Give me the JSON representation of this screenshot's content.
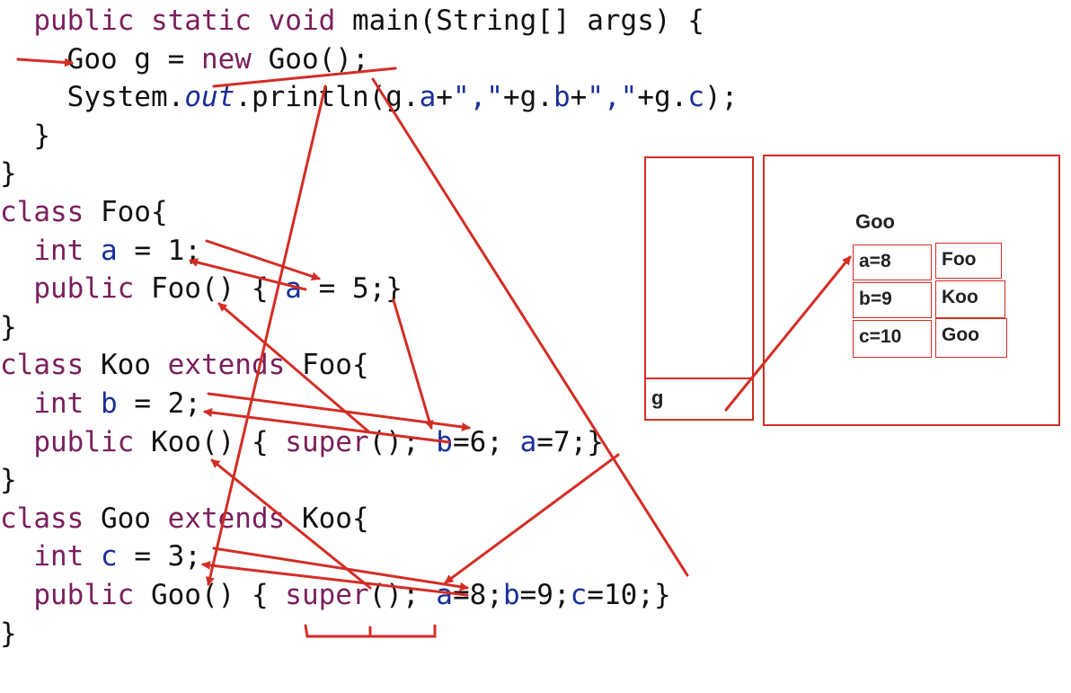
{
  "code": {
    "lines": [
      {
        "indent": "  ",
        "tokens": [
          {
            "t": "public static void ",
            "c": "kw"
          },
          {
            "t": "main(String[] args) {",
            "c": "pl"
          }
        ]
      },
      {
        "indent": "    ",
        "tokens": [
          {
            "t": "Goo g = ",
            "c": "pl"
          },
          {
            "t": "new ",
            "c": "kw"
          },
          {
            "t": "Goo();",
            "c": "pl"
          }
        ]
      },
      {
        "indent": "    ",
        "tokens": [
          {
            "t": "System.",
            "c": "pl"
          },
          {
            "t": "out",
            "c": "it"
          },
          {
            "t": ".println(g.",
            "c": "pl"
          },
          {
            "t": "a",
            "c": "fld"
          },
          {
            "t": "+",
            "c": "pl"
          },
          {
            "t": "\",\"",
            "c": "str"
          },
          {
            "t": "+g.",
            "c": "pl"
          },
          {
            "t": "b",
            "c": "fld"
          },
          {
            "t": "+",
            "c": "pl"
          },
          {
            "t": "\",\"",
            "c": "str"
          },
          {
            "t": "+g.",
            "c": "pl"
          },
          {
            "t": "c",
            "c": "fld"
          },
          {
            "t": ");",
            "c": "pl"
          }
        ]
      },
      {
        "indent": "  ",
        "tokens": [
          {
            "t": "}",
            "c": "pl"
          }
        ]
      },
      {
        "indent": "",
        "tokens": [
          {
            "t": "}",
            "c": "pl"
          }
        ]
      },
      {
        "indent": "",
        "tokens": [
          {
            "t": "class ",
            "c": "kw"
          },
          {
            "t": "Foo{",
            "c": "pl"
          }
        ]
      },
      {
        "indent": "  ",
        "tokens": [
          {
            "t": "int ",
            "c": "kw"
          },
          {
            "t": "a",
            "c": "fld"
          },
          {
            "t": " = 1;",
            "c": "pl"
          }
        ]
      },
      {
        "indent": "  ",
        "tokens": [
          {
            "t": "public ",
            "c": "kw"
          },
          {
            "t": "Foo() { ",
            "c": "pl"
          },
          {
            "t": "a",
            "c": "fld"
          },
          {
            "t": " = 5;}",
            "c": "pl"
          }
        ]
      },
      {
        "indent": "",
        "tokens": [
          {
            "t": "}",
            "c": "pl"
          }
        ]
      },
      {
        "indent": "",
        "tokens": [
          {
            "t": "class ",
            "c": "kw"
          },
          {
            "t": "Koo ",
            "c": "pl"
          },
          {
            "t": "extends ",
            "c": "kw"
          },
          {
            "t": "Foo{",
            "c": "pl"
          }
        ]
      },
      {
        "indent": "  ",
        "tokens": [
          {
            "t": "int ",
            "c": "kw"
          },
          {
            "t": "b",
            "c": "fld"
          },
          {
            "t": " = 2;",
            "c": "pl"
          }
        ]
      },
      {
        "indent": "  ",
        "tokens": [
          {
            "t": "public ",
            "c": "kw"
          },
          {
            "t": "Koo() { ",
            "c": "pl"
          },
          {
            "t": "super",
            "c": "kw"
          },
          {
            "t": "(); ",
            "c": "pl"
          },
          {
            "t": "b",
            "c": "fld"
          },
          {
            "t": "=6; ",
            "c": "pl"
          },
          {
            "t": "a",
            "c": "fld"
          },
          {
            "t": "=7;}",
            "c": "pl"
          }
        ]
      },
      {
        "indent": "",
        "tokens": [
          {
            "t": "}",
            "c": "pl"
          }
        ]
      },
      {
        "indent": "",
        "tokens": [
          {
            "t": "class ",
            "c": "kw"
          },
          {
            "t": "Goo ",
            "c": "pl"
          },
          {
            "t": "extends ",
            "c": "kw"
          },
          {
            "t": "Koo{",
            "c": "pl"
          }
        ]
      },
      {
        "indent": "  ",
        "tokens": [
          {
            "t": "int ",
            "c": "kw"
          },
          {
            "t": "c",
            "c": "fld"
          },
          {
            "t": " = 3;",
            "c": "pl"
          }
        ]
      },
      {
        "indent": "  ",
        "tokens": [
          {
            "t": "public ",
            "c": "kw"
          },
          {
            "t": "Goo() { ",
            "c": "pl"
          },
          {
            "t": "super",
            "c": "kw"
          },
          {
            "t": "(); ",
            "c": "pl"
          },
          {
            "t": "a",
            "c": "fld"
          },
          {
            "t": "=8;",
            "c": "pl"
          },
          {
            "t": "b",
            "c": "fld"
          },
          {
            "t": "=9;",
            "c": "pl"
          },
          {
            "t": "c",
            "c": "fld"
          },
          {
            "t": "=10;}",
            "c": "pl"
          }
        ]
      },
      {
        "indent": "",
        "tokens": [
          {
            "t": "}",
            "c": "pl"
          }
        ]
      }
    ]
  },
  "memory": {
    "stack": {
      "var_label": "g"
    },
    "heap": {
      "object_label": "Goo",
      "fields": [
        {
          "value": "a=8",
          "owner": "Foo"
        },
        {
          "value": "b=9",
          "owner": "Koo"
        },
        {
          "value": "c=10",
          "owner": "Goo"
        }
      ]
    }
  },
  "colors": {
    "keyword": "#7a1f5c",
    "field": "#1b2f9a",
    "annotation": "#d42d24"
  }
}
